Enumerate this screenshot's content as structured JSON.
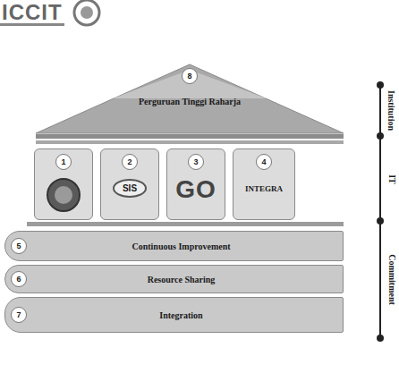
{
  "diagram": {
    "nodes": [
      {
        "text": [
          "8",
          "Perguruan Tinggi Raharja"
        ]
      },
      {
        "text": [
          "1"
        ]
      },
      {
        "text": [
          "2",
          "SIS"
        ]
      },
      {
        "text": [
          "3",
          "GO"
        ]
      },
      {
        "text": [
          "4",
          "INTEGRA"
        ]
      },
      {
        "text": [
          "5",
          "Continuous Improvement"
        ]
      },
      {
        "text": [
          "6",
          "Resource Sharing"
        ]
      },
      {
        "text": [
          "7",
          "Integration"
        ]
      }
    ],
    "labels": [
      "ICCIT",
      "Institution",
      "IT",
      "Commitment"
    ]
  }
}
